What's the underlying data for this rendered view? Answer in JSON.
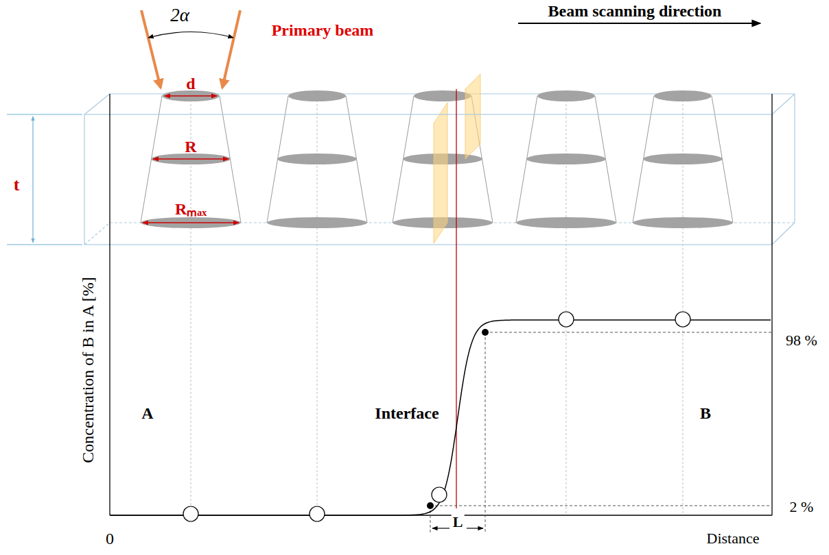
{
  "diagram": {
    "labels": [
      "2α",
      "Primary beam",
      "Beam scanning direction",
      "d",
      "R",
      "Rₘₐₓ",
      "t",
      "Concentration of B in A  [%]",
      "0",
      "Distance",
      "A",
      "Interface",
      "B",
      "98 %",
      "2 %",
      "L"
    ]
  }
}
